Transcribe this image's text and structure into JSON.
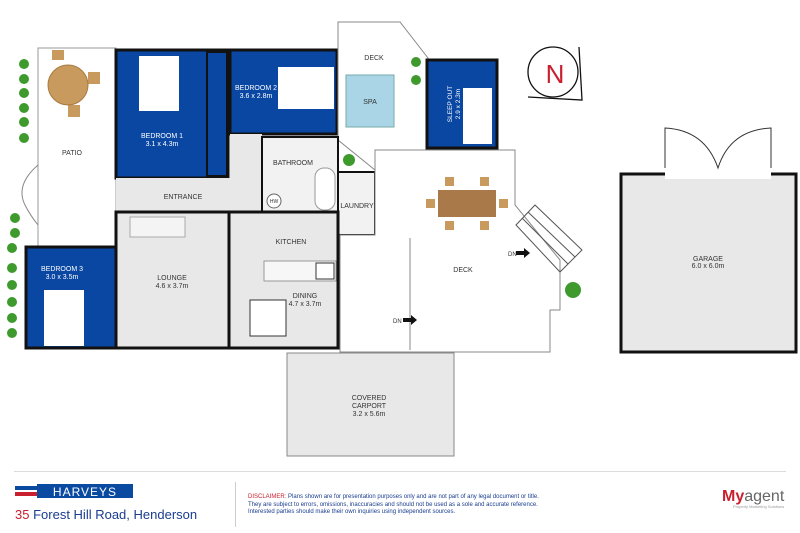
{
  "colors": {
    "bedroom": "#0a47a3",
    "interior": "#e8e8e8",
    "spa": "#a9d5e6",
    "wall": "#111111",
    "accent_red": "#c8202f",
    "brand_blue": "#1a3d8f",
    "plants": "#3f9a2e",
    "furniture": "#c89a5e"
  },
  "rooms": {
    "patio": "PATIO",
    "bedroom1": {
      "name": "BEDROOM 1",
      "size": "3.1 x 4.3m"
    },
    "bedroom2": {
      "name": "BEDROOM 2",
      "size": "3.6 x 2.8m"
    },
    "bedroom3": {
      "name": "BEDROOM 3",
      "size": "3.0 x 3.5m"
    },
    "deck_top": "DECK",
    "spa": "SPA",
    "sleepout": {
      "name": "SLEEP OUT",
      "size": "2.9 x 2.3m"
    },
    "bathroom": "BATHROOM",
    "hw": "HW",
    "laundry": "LAUNDRY",
    "entrance": "ENTRANCE",
    "kitchen": "KITCHEN",
    "lounge": {
      "name": "LOUNGE",
      "size": "4.6 x 3.7m"
    },
    "dining": {
      "name": "DINING",
      "size": "4.7 x 3.7m"
    },
    "deck": "DECK",
    "garage": {
      "name": "GARAGE",
      "size": "6.0 x 6.0m"
    },
    "carport": {
      "line1": "COVERED",
      "line2": "CARPORT",
      "size": "3.2 x 5.6m"
    },
    "dn1": "DN",
    "dn2": "DN"
  },
  "compass": "N",
  "footer": {
    "brand": "HARVEYS",
    "address_number": "35",
    "address_rest": "Forest Hill Road, Henderson",
    "disclaimer_label": "DISCLAIMER:",
    "disclaimer_text": "Plans shown are for presentation purposes only and are not part of any legal document or title. They are subject to errors, omissions, inaccuracies and should not be used as a sole and accurate reference. Interested parties should make their own inquiries using independent sources.",
    "agent_my": "My",
    "agent_rest": "agent",
    "agent_tagline": "Property Marketing Solutions"
  }
}
